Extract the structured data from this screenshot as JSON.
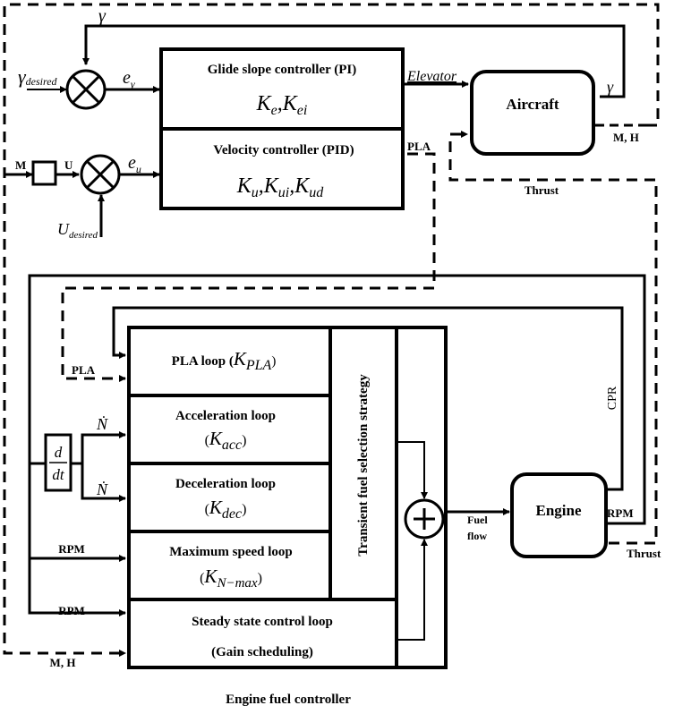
{
  "title": "Engine fuel controller",
  "flight_controller": {
    "glide_slope": {
      "title": "Glide slope controller (PI)",
      "gains": "K_e, K_ei",
      "g1": "K",
      "g1s": "e",
      "g2": "K",
      "g2s": "ei"
    },
    "velocity": {
      "title": "Velocity controller (PID)",
      "gains": "K_u, K_ui, K_ud",
      "g1": "K",
      "g1s": "u",
      "g2": "K",
      "g2s": "ui",
      "g3": "K",
      "g3s": "ud"
    }
  },
  "signals": {
    "gamma": "γ",
    "gamma_desired_main": "γ",
    "gamma_desired_sub": "desired",
    "e_gamma_main": "e",
    "e_gamma_sub": "γ",
    "M": "M",
    "U": "U",
    "e_u_main": "e",
    "e_u_sub": "u",
    "U_desired_main": "U",
    "U_desired_sub": "desired",
    "elevator": "Elevator",
    "pla_top": "PLA",
    "aircraft_gamma": "γ",
    "aircraft_mh": "M, H",
    "aircraft_thrust": "Thrust",
    "pla_inner": "PLA",
    "ndot1": "Ṅ",
    "ndot2": "Ṅ",
    "ddt_num": "d",
    "ddt_den": "dt",
    "rpm1": "RPM",
    "rpm2": "RPM",
    "mh_bottom": "M, H",
    "cpr": "CPR",
    "engine_rpm": "RPM",
    "engine_thrust": "Thrust",
    "fuel": "Fuel",
    "flow": "flow"
  },
  "blocks": {
    "aircraft": "Aircraft",
    "engine": "Engine",
    "strategy": "Transient fuel selection strategy",
    "pla_loop": {
      "label": "PLA loop (",
      "k": "K",
      "sub": "PLA",
      "close": ")"
    },
    "acc_loop": {
      "label": "Acceleration loop",
      "open": "(",
      "k": "K",
      "sub": "acc",
      "close": ")"
    },
    "dec_loop": {
      "label": "Deceleration loop",
      "open": "(",
      "k": "K",
      "sub": "dec",
      "close": ")"
    },
    "max_loop": {
      "label": "Maximum speed loop",
      "open": "(",
      "k": "K",
      "sub": "N−max",
      "close": ")"
    },
    "steady": {
      "line1": "Steady state control loop",
      "line2": "(Gain scheduling)"
    }
  }
}
